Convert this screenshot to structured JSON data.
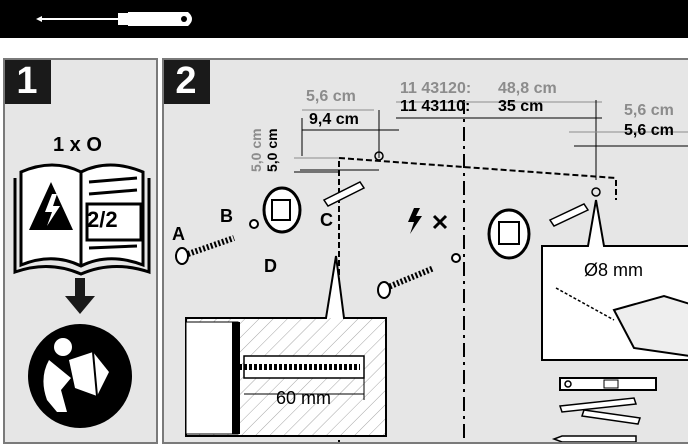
{
  "header": {
    "tool": "screwdriver-icon"
  },
  "step1": {
    "number": "1",
    "quantity": "1 x O",
    "manual_page": "2/2",
    "icons": [
      "manual-book-icon",
      "electric-hazard-icon",
      "arrow-down-icon",
      "read-manual-icon"
    ]
  },
  "step2": {
    "number": "2",
    "dim_left_gray": "5,6 cm",
    "dim_left_black": "9,4 cm",
    "vert_gray": "5,0 cm",
    "vert_black": "5,0 cm",
    "model_a": "11 43120:",
    "model_a_val": "48,8 cm",
    "model_b": "11 43110:",
    "model_b_val": "35 cm",
    "dim_right_gray": "5,6 cm",
    "dim_right_black": "5,6 cm",
    "part_a": "A",
    "part_b": "B",
    "part_c": "C",
    "part_d": "D",
    "depth": "60 mm",
    "drill": "Ø8 mm",
    "icons": [
      "screw-icon",
      "washer-icon",
      "wall-plug-icon",
      "mounting-bracket-icon",
      "electric-warning-icon",
      "drill-icon",
      "spirit-level-icon",
      "folding-rule-icon",
      "pencil-icon"
    ]
  },
  "colors": {
    "bar": "#000000",
    "panel": "#e6e6e6",
    "gray_text": "#8c8c8c"
  }
}
